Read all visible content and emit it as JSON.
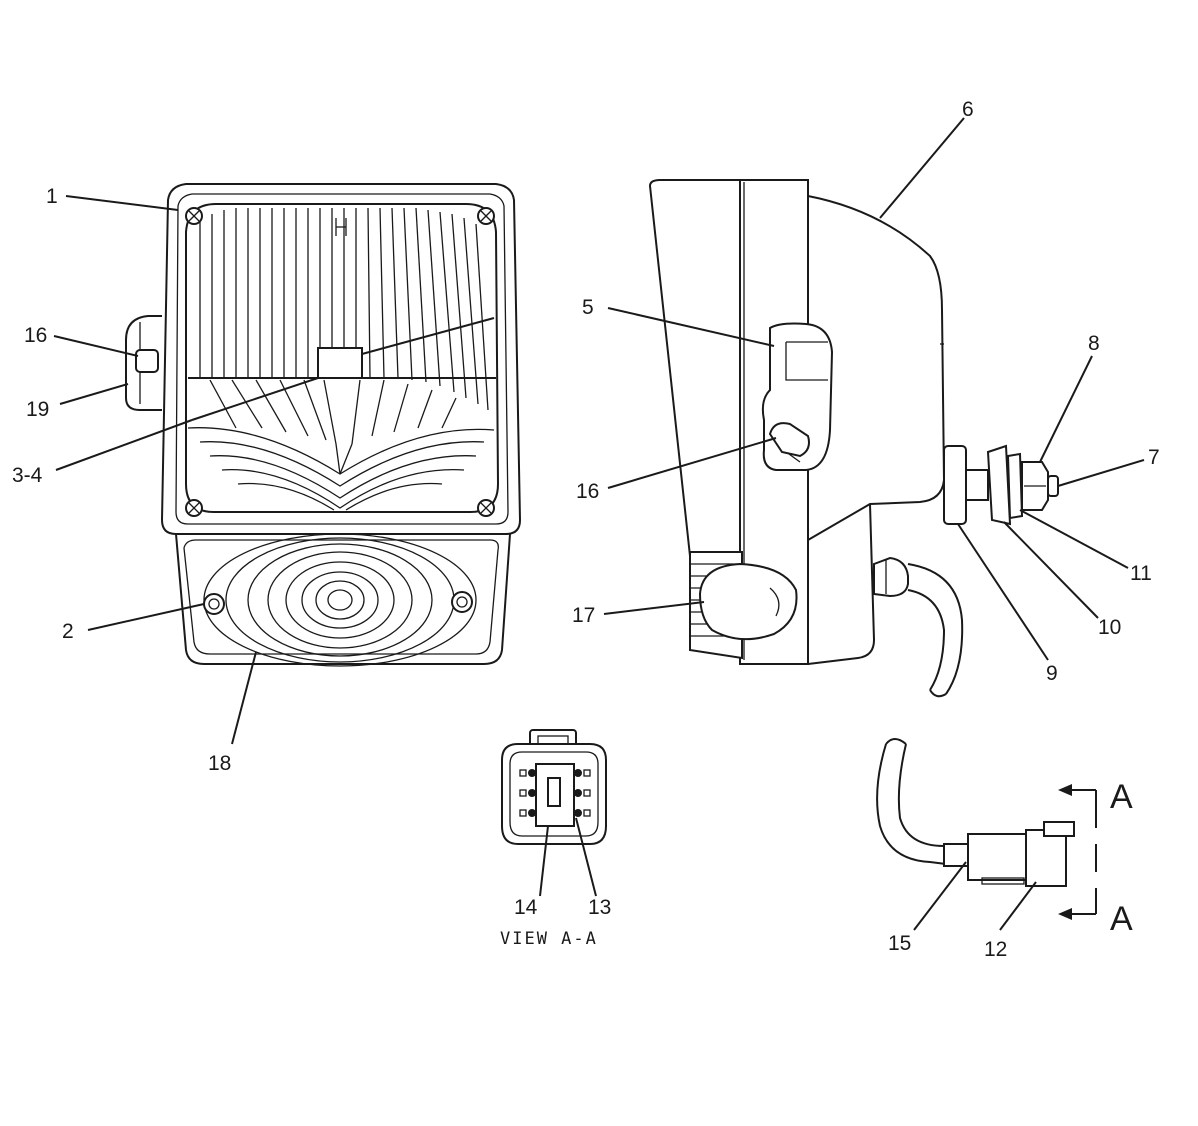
{
  "callouts": {
    "c1": "1",
    "c2": "2",
    "c3_4": "3-4",
    "c5": "5",
    "c6": "6",
    "c7": "7",
    "c8": "8",
    "c9": "9",
    "c10": "10",
    "c11": "11",
    "c12": "12",
    "c13": "13",
    "c14": "14",
    "c15": "15",
    "c16_front": "16",
    "c16_side": "16",
    "c17": "17",
    "c18": "18",
    "c19": "19"
  },
  "view_caption": "VIEW A-A",
  "section_marker": {
    "top": "A",
    "bottom": "A"
  }
}
